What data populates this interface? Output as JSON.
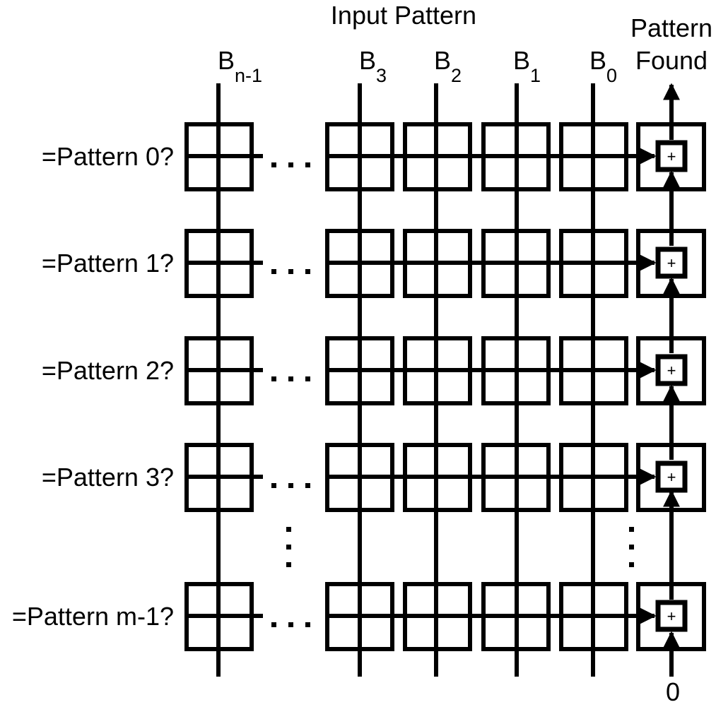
{
  "header": {
    "title": "Input Pattern",
    "found_label": [
      "Pattern",
      "Found"
    ]
  },
  "columns": [
    {
      "base": "B",
      "sub": "n-1"
    },
    {
      "base": "B",
      "sub": "3"
    },
    {
      "base": "B",
      "sub": "2"
    },
    {
      "base": "B",
      "sub": "1"
    },
    {
      "base": "B",
      "sub": "0"
    }
  ],
  "rows": [
    {
      "label": "=Pattern 0?"
    },
    {
      "label": "=Pattern 1?"
    },
    {
      "label": "=Pattern 2?"
    },
    {
      "label": "=Pattern 3?"
    },
    {
      "label": "=Pattern m-1?"
    }
  ],
  "or_symbol": "+",
  "bottom_input": "0",
  "colors": {
    "line": "#000000",
    "background": "#ffffff"
  }
}
